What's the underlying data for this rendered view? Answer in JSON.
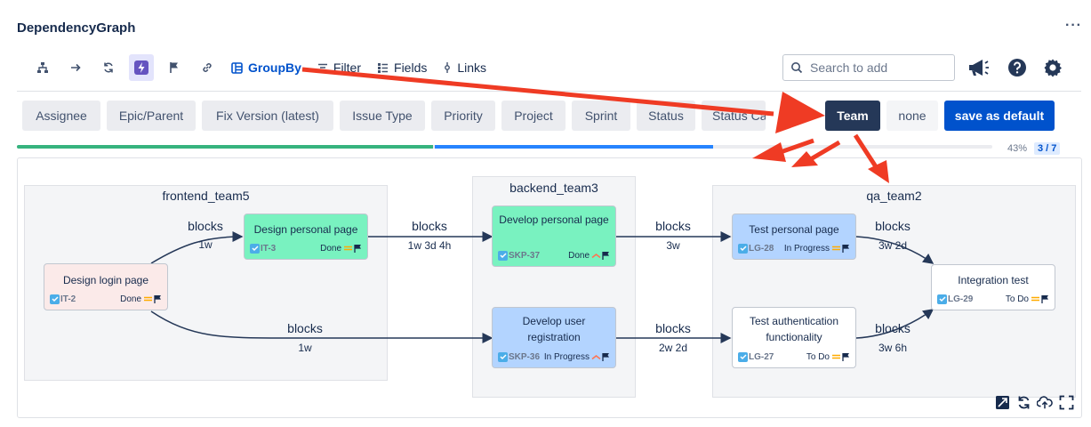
{
  "app": {
    "title": "DependencyGraph",
    "more_icon": "more-icon"
  },
  "toolbar": {
    "icons": [
      "hierarchy-icon",
      "arrow-right-icon",
      "refresh-icon",
      "lightning-icon",
      "flag-icon",
      "link-icon"
    ],
    "groupby_label": "GroupBy",
    "filter_label": "Filter",
    "fields_label": "Fields",
    "links_label": "Links"
  },
  "search": {
    "placeholder": "Search to add"
  },
  "header_icons": [
    "megaphone-icon",
    "help-icon",
    "settings-icon"
  ],
  "groupby_options": [
    "Assignee",
    "Epic/Parent",
    "Fix Version (latest)",
    "Issue Type",
    "Priority",
    "Project",
    "Sprint",
    "Status",
    "Status Ca"
  ],
  "groupby_selected": "Team",
  "groupby_none": "none",
  "save_default_label": "save as default",
  "progress": {
    "percent_label": "43%",
    "count_label": "3 / 7",
    "done_fraction": 0.43,
    "inprogress_fraction": 0.29
  },
  "colors": {
    "done_node": "#79f2c0",
    "inprogress_node": "#b3d4ff",
    "todo_node": "#ffffff",
    "first_node": "#fbeae9",
    "brand": "#0052cc",
    "annotation_arrow": "#ef3b24"
  },
  "groups": [
    {
      "label": "frontend_team5"
    },
    {
      "label": "backend_team3"
    },
    {
      "label": "qa_team2"
    }
  ],
  "nodes": {
    "it2": {
      "title": "Design login page",
      "key": "IT-2",
      "status": "Done"
    },
    "it3": {
      "title": "Design personal page",
      "key": "IT-3",
      "status": "Done"
    },
    "skp37": {
      "title": "Develop personal page",
      "key": "SKP-37",
      "status": "Done"
    },
    "skp36": {
      "title": "Develop user registration",
      "key": "SKP-36",
      "status": "In Progress"
    },
    "lg28": {
      "title": "Test personal page",
      "key": "LG-28",
      "status": "In Progress"
    },
    "lg27": {
      "title": "Test authentication functionality",
      "key": "LG-27",
      "status": "To Do"
    },
    "lg29": {
      "title": "Integration test",
      "key": "LG-29",
      "status": "To Do"
    }
  },
  "edges": {
    "e1": {
      "label": "blocks",
      "sub": "1w"
    },
    "e2": {
      "label": "blocks",
      "sub": "1w 3d 4h"
    },
    "e3": {
      "label": "blocks",
      "sub": "3w"
    },
    "e4": {
      "label": "blocks",
      "sub": "3w 2d"
    },
    "e5": {
      "label": "blocks",
      "sub": "1w"
    },
    "e6": {
      "label": "blocks",
      "sub": "2w 2d"
    },
    "e7": {
      "label": "blocks",
      "sub": "3w 6h"
    }
  },
  "canvas_tools": [
    "expand-icon",
    "sync-icon",
    "cloud-upload-icon",
    "fullscreen-icon"
  ]
}
